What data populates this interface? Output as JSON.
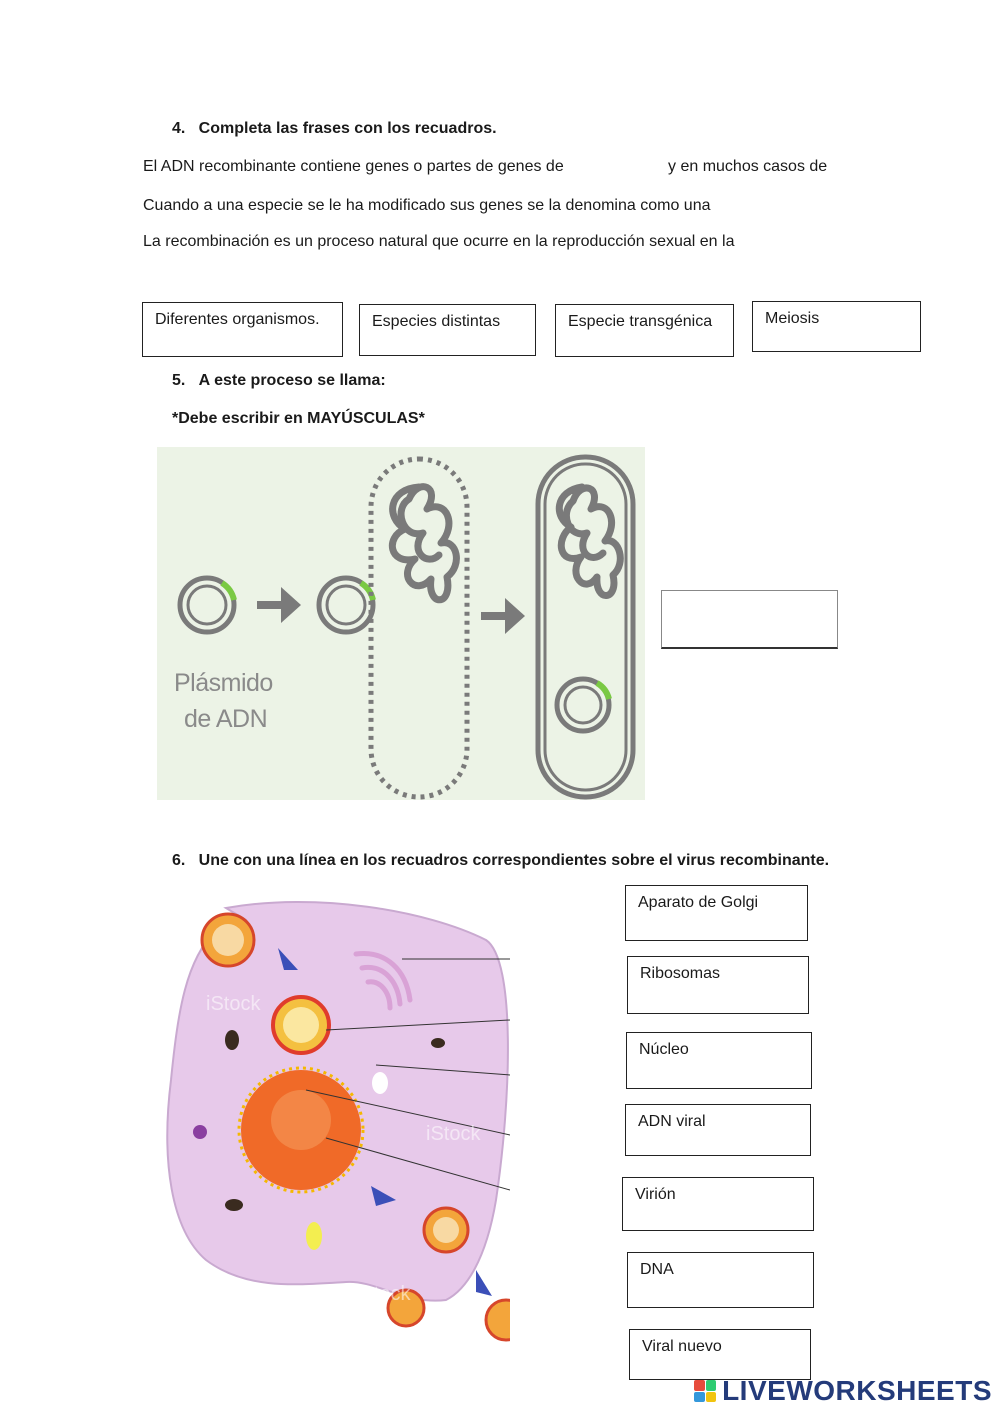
{
  "q4": {
    "heading": "4.   Completa las frases con los recuadros.",
    "sentence1_a": "El ADN recombinante contiene genes o partes de genes de",
    "sentence1_b": "y en muchos casos de",
    "sentence2": "Cuando a una especie se le ha modificado sus genes se la denomina como una",
    "sentence3": "La recombinación es un proceso natural que ocurre en la reproducción sexual en la",
    "options": [
      "Diferentes organismos.",
      "Especies distintas",
      "Especie transgénica",
      "Meiosis"
    ]
  },
  "q5": {
    "heading": "5.   A este proceso se llama:",
    "note": "*Debe escribir en MAYÚSCULAS*",
    "diagram_label_line1": "Plásmido",
    "diagram_label_line2": "de ADN",
    "answer_value": ""
  },
  "q6": {
    "heading": "6.   Une con una línea en los recuadros correspondientes sobre el virus recombinante.",
    "labels": [
      "Aparato de Golgi",
      "Ribosomas",
      "Núcleo",
      "ADN viral",
      "Virión",
      "DNA",
      "Viral nuevo"
    ],
    "watermark": "iStock"
  },
  "footer": {
    "logo_text": "LIVEWORKSHEETS"
  },
  "colors": {
    "plasmid_gray": "#7a7a7a",
    "plasmid_green": "#7ac943",
    "cell_fill": "#e7c9ea",
    "nucleus": "#f06a28",
    "arrow_blue": "#3b4fb8"
  }
}
